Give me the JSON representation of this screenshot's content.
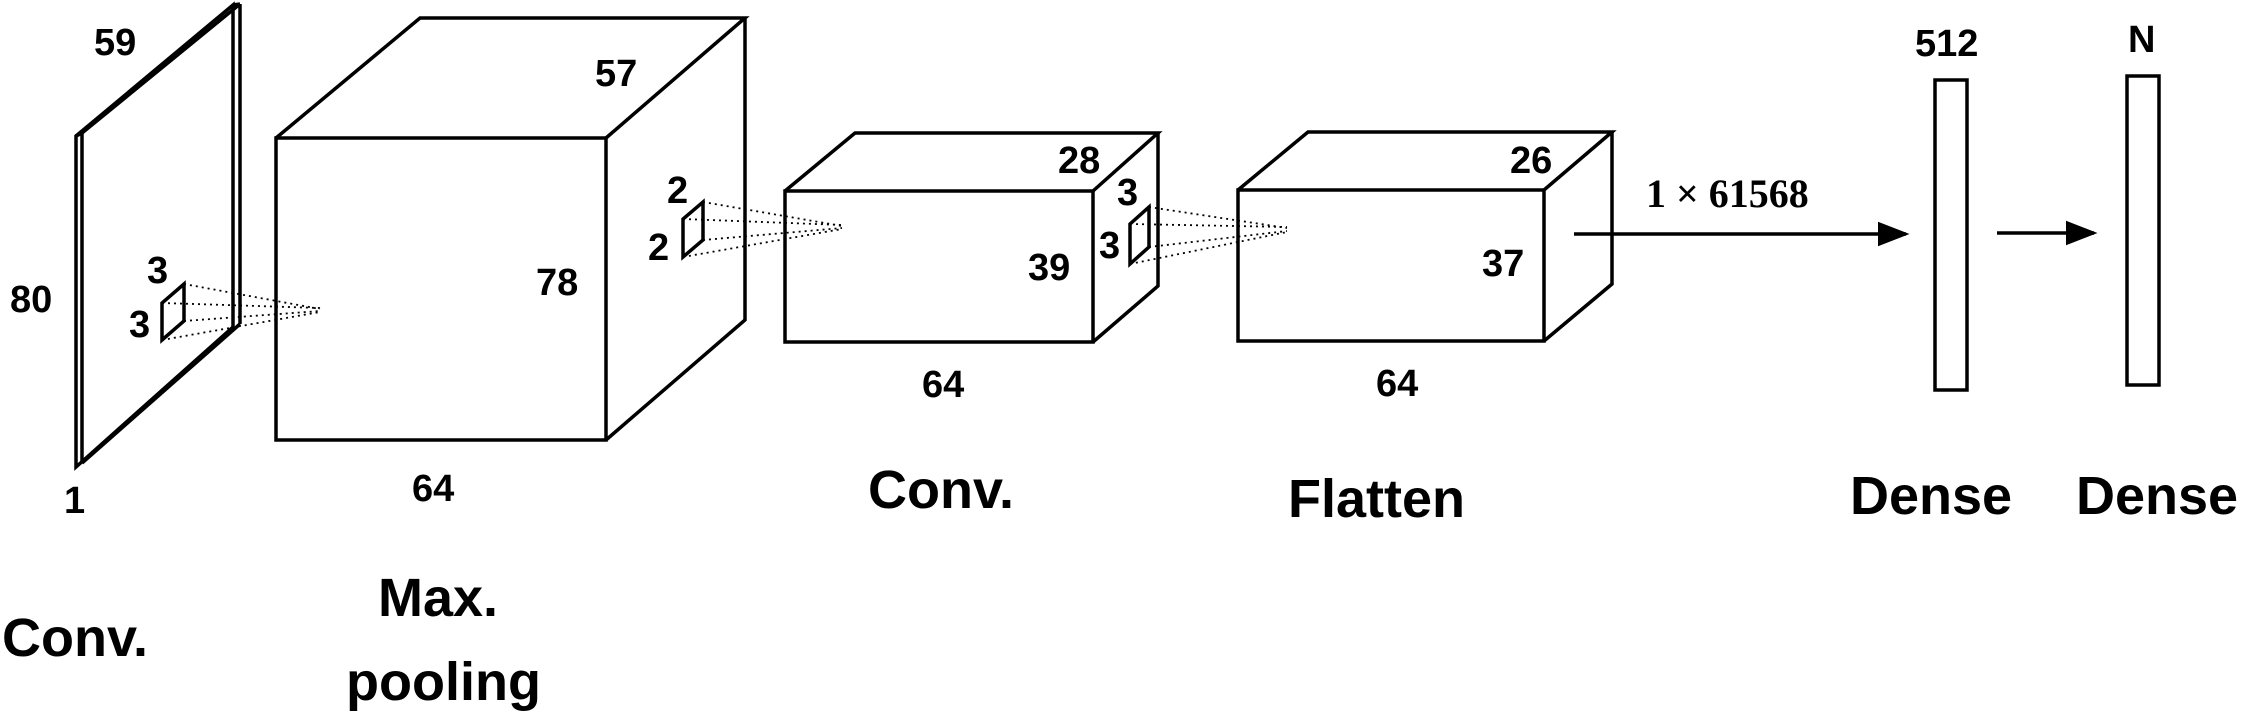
{
  "layers": {
    "input": {
      "depth": "1",
      "height": "80",
      "width": "59",
      "kernel_w": "3",
      "kernel_h": "3",
      "caption": "Conv."
    },
    "pool": {
      "depth": "64",
      "height": "78",
      "width": "57",
      "caption_line1": "Max.",
      "caption_line2": "pooling"
    },
    "conv2": {
      "depth": "64",
      "height": "39",
      "width": "28",
      "pool_w": "2",
      "pool_h": "2",
      "caption": "Conv."
    },
    "flat": {
      "depth": "64",
      "height": "37",
      "width": "26",
      "kernel_w": "3",
      "kernel_h": "3",
      "caption": "Flatten"
    },
    "flatten_size": "1 × 61568",
    "dense1": {
      "units": "512",
      "caption": "Dense"
    },
    "dense2": {
      "units": "N",
      "caption": "Dense"
    }
  }
}
